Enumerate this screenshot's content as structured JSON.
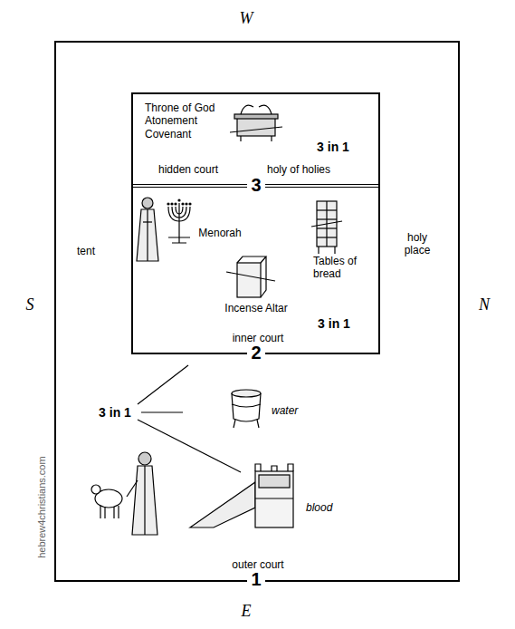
{
  "diagram": {
    "nodes": [
      {
        "text": [
          "outer court",
          "1"
        ]
      },
      {
        "text": [
          "inner court",
          "2"
        ],
        "in": 0
      },
      {
        "text": [
          "Throne of God Atonement Covenant",
          "3 in 1",
          "hidden court",
          "holy of holies",
          "3"
        ],
        "in": 1
      }
    ],
    "edges": [],
    "labels": [
      "W",
      "S",
      "N",
      "E",
      "tent",
      "holy place",
      "Menorah",
      "Tables of bread",
      "Incense Altar",
      "3 in 1",
      "3 in 1",
      "water",
      "blood",
      "hebrew4christians.com"
    ]
  }
}
